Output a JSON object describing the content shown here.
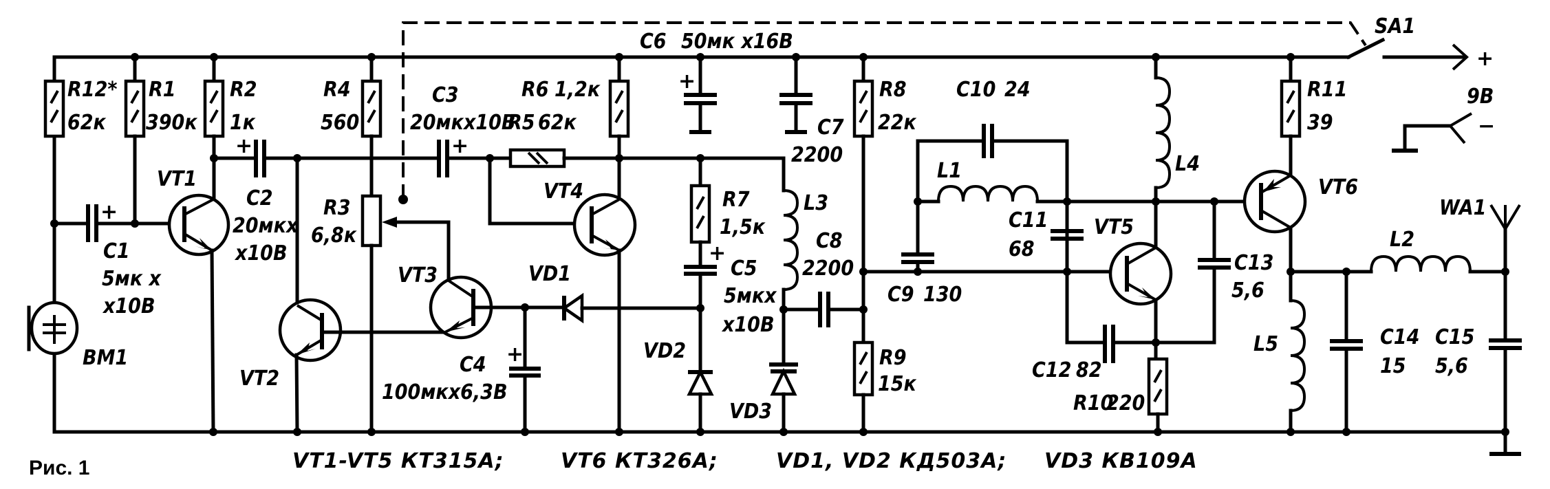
{
  "figure": {
    "label": "Рис. 1",
    "caption": {
      "transistors_1": "VT1-VT5 КТ315А;",
      "transistors_2": "VT6 КТ326А;",
      "diodes_1": "VD1, VD2 КД503А;",
      "diodes_2": "VD3 КВ109А"
    }
  },
  "power": {
    "switch": "SA1",
    "positive": "+",
    "negative": "−",
    "voltage": "9В"
  },
  "components": {
    "R12": {
      "ref": "R12*",
      "value": "62к"
    },
    "R1": {
      "ref": "R1",
      "value": "390к"
    },
    "R2": {
      "ref": "R2",
      "value": "1к"
    },
    "R4": {
      "ref": "R4",
      "value": "560"
    },
    "R3": {
      "ref": "R3",
      "value": "6,8к"
    },
    "R5": {
      "ref": "R5",
      "value": "62к"
    },
    "R6": {
      "ref": "R6",
      "value": "1,2к"
    },
    "R7": {
      "ref": "R7",
      "value": "1,5к"
    },
    "R8": {
      "ref": "R8",
      "value": "22к"
    },
    "R9": {
      "ref": "R9",
      "value": "15к"
    },
    "R10": {
      "ref": "R10",
      "value": "220"
    },
    "R11": {
      "ref": "R11",
      "value": "39"
    },
    "C1": {
      "ref": "C1",
      "value_1": "5мк х",
      "value_2": "х10В"
    },
    "C2": {
      "ref": "C2",
      "value_1": "20мкх",
      "value_2": "х10В"
    },
    "C3": {
      "ref": "C3",
      "value": "20мкх10В"
    },
    "C4": {
      "ref": "C4",
      "value": "100мкх6,3В"
    },
    "C5": {
      "ref": "C5",
      "value_1": "5мкх",
      "value_2": "х10В"
    },
    "C6": {
      "ref": "C6",
      "value": "50мк х16В"
    },
    "C7": {
      "ref": "C7",
      "value": "2200"
    },
    "C8": {
      "ref": "C8",
      "value": "2200"
    },
    "C9": {
      "ref": "C9",
      "value": "130"
    },
    "C10": {
      "ref": "C10",
      "value": "24"
    },
    "C11": {
      "ref": "C11",
      "value": "68"
    },
    "C12": {
      "ref": "C12",
      "value": "82"
    },
    "C13": {
      "ref": "C13",
      "value": "5,6"
    },
    "C14": {
      "ref": "C14",
      "value": "15"
    },
    "C15": {
      "ref": "C15",
      "value": "5,6"
    },
    "L1": {
      "ref": "L1"
    },
    "L2": {
      "ref": "L2"
    },
    "L3": {
      "ref": "L3"
    },
    "L4": {
      "ref": "L4"
    },
    "L5": {
      "ref": "L5"
    },
    "VT1": {
      "ref": "VT1"
    },
    "VT2": {
      "ref": "VT2"
    },
    "VT3": {
      "ref": "VT3"
    },
    "VT4": {
      "ref": "VT4"
    },
    "VT5": {
      "ref": "VT5"
    },
    "VT6": {
      "ref": "VT6"
    },
    "VD1": {
      "ref": "VD1"
    },
    "VD2": {
      "ref": "VD2"
    },
    "VD3": {
      "ref": "VD3"
    },
    "BM1": {
      "ref": "BM1"
    },
    "WA1": {
      "ref": "WA1"
    }
  },
  "symbols": {
    "plus": "+",
    "electrolytic_plus": "+"
  }
}
